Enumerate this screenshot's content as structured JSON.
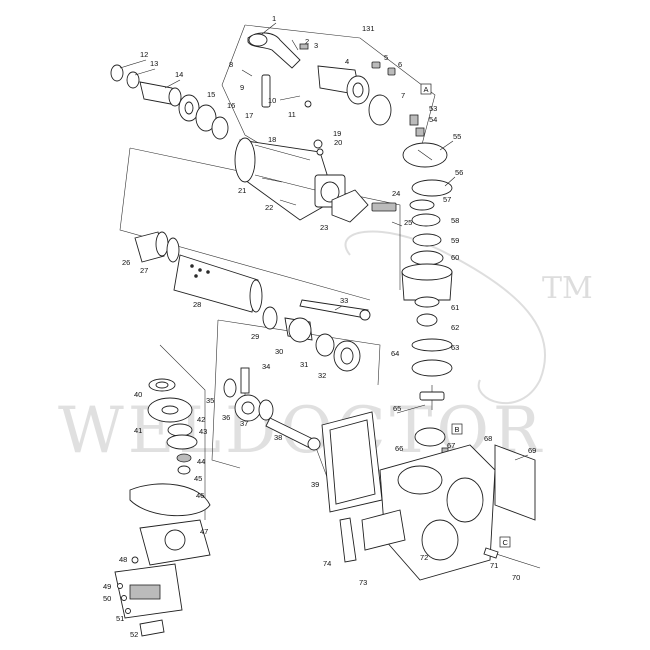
{
  "watermark": {
    "text": "WELDOCTOR",
    "trademark": "TM"
  },
  "assembly_ref": "131",
  "ref_boxes": [
    "A",
    "B",
    "C"
  ],
  "part_numbers": [
    "1",
    "2",
    "3",
    "4",
    "5",
    "6",
    "7",
    "8",
    "9",
    "10",
    "11",
    "12",
    "13",
    "14",
    "15",
    "16",
    "17",
    "18",
    "19",
    "20",
    "21",
    "22",
    "23",
    "24",
    "25",
    "26",
    "27",
    "28",
    "29",
    "30",
    "31",
    "32",
    "33",
    "34",
    "35",
    "36",
    "37",
    "38",
    "39",
    "40",
    "41",
    "42",
    "43",
    "44",
    "45",
    "46",
    "47",
    "48",
    "49",
    "50",
    "51",
    "52",
    "53",
    "54",
    "55",
    "56",
    "57",
    "58",
    "59",
    "60",
    "61",
    "62",
    "63",
    "64",
    "65",
    "66",
    "67",
    "68",
    "69",
    "70",
    "71",
    "72",
    "73",
    "74"
  ]
}
